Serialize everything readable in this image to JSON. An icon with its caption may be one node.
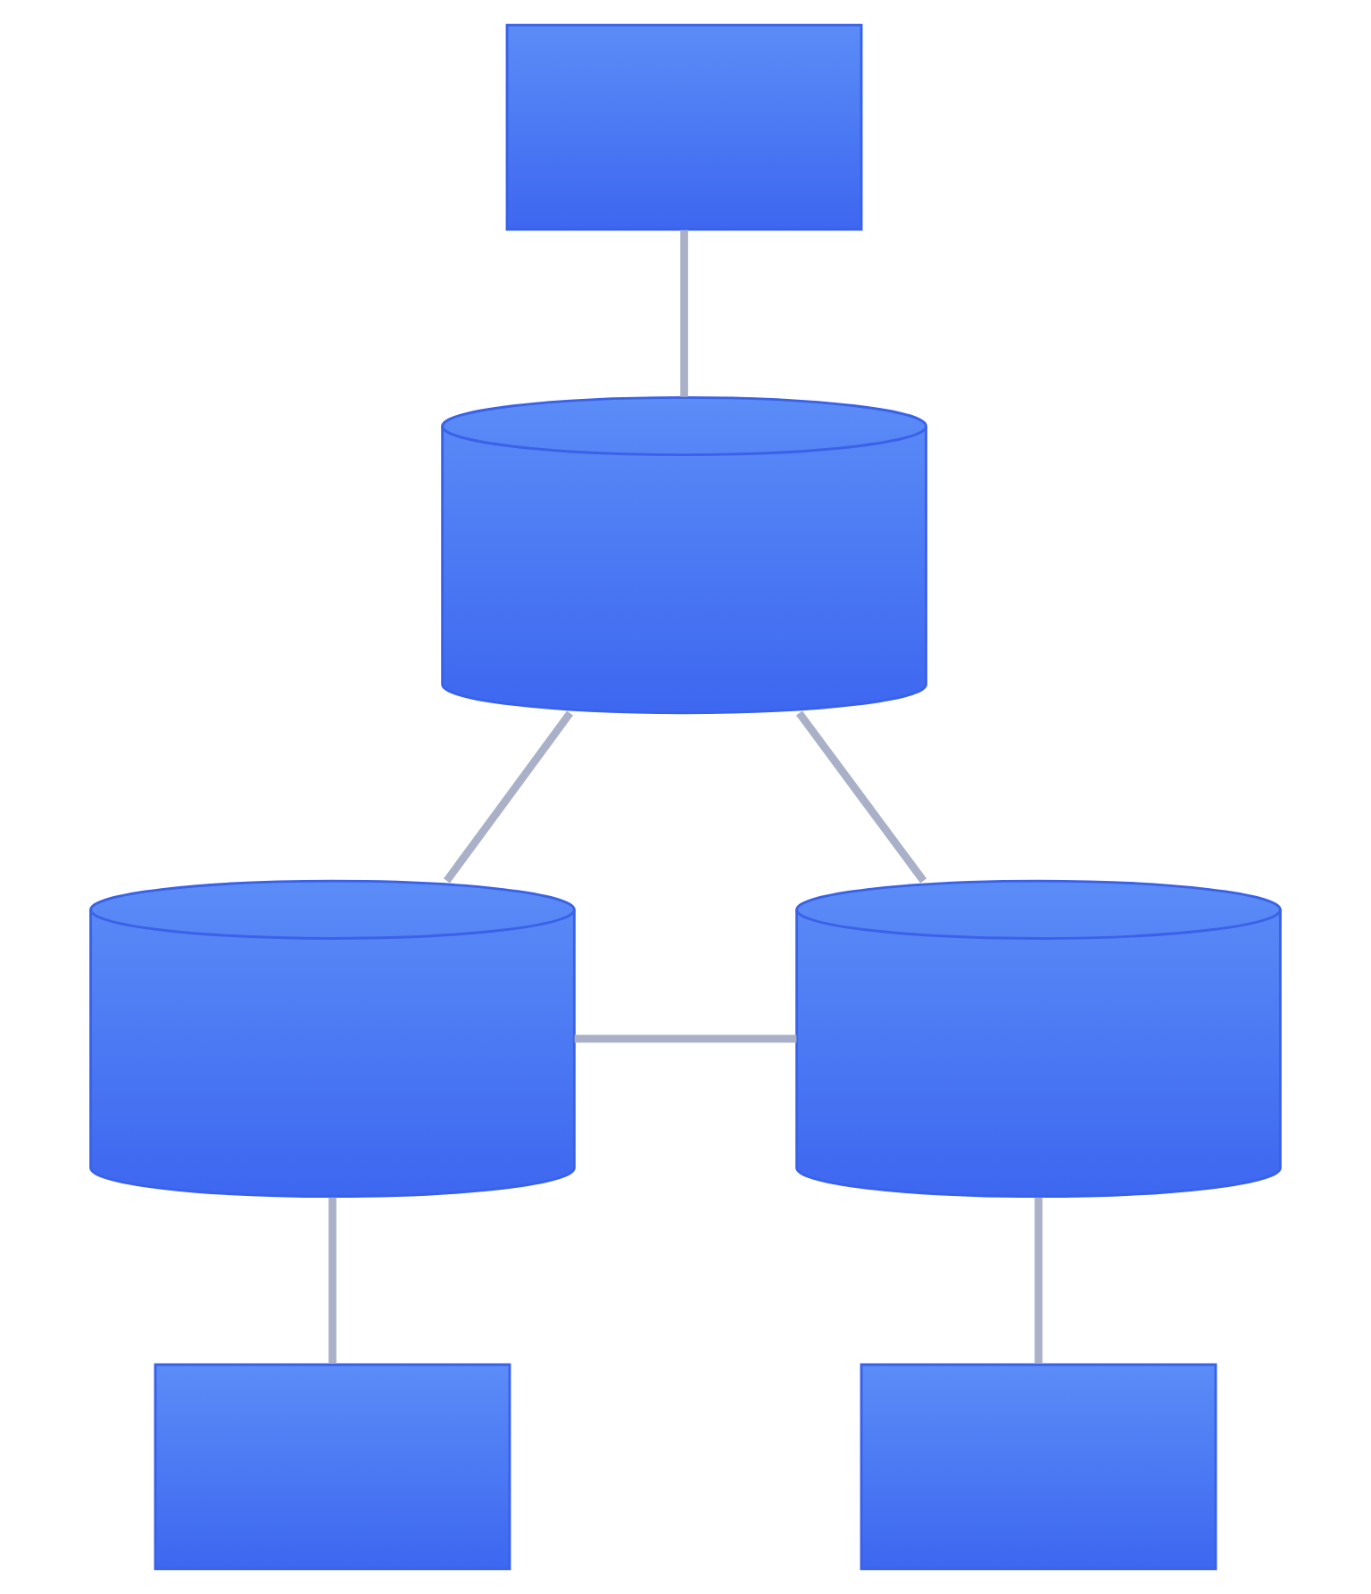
{
  "diagram": {
    "nodes": [
      {
        "text": [],
        "shape": "box"
      },
      {
        "text": [],
        "shape": "cylinder"
      },
      {
        "text": [],
        "shape": "cylinder"
      },
      {
        "text": [],
        "shape": "cylinder"
      },
      {
        "text": [],
        "shape": "box"
      },
      {
        "text": [],
        "shape": "box"
      }
    ],
    "edges": [
      {
        "from": 0,
        "to": 1,
        "arrow": "none"
      },
      {
        "from": 1,
        "to": 2,
        "arrow": "none"
      },
      {
        "from": 1,
        "to": 3,
        "arrow": "none"
      },
      {
        "from": 2,
        "to": 3,
        "arrow": "none"
      },
      {
        "from": 2,
        "to": 4,
        "arrow": "none"
      },
      {
        "from": 3,
        "to": 5,
        "arrow": "none"
      }
    ]
  }
}
